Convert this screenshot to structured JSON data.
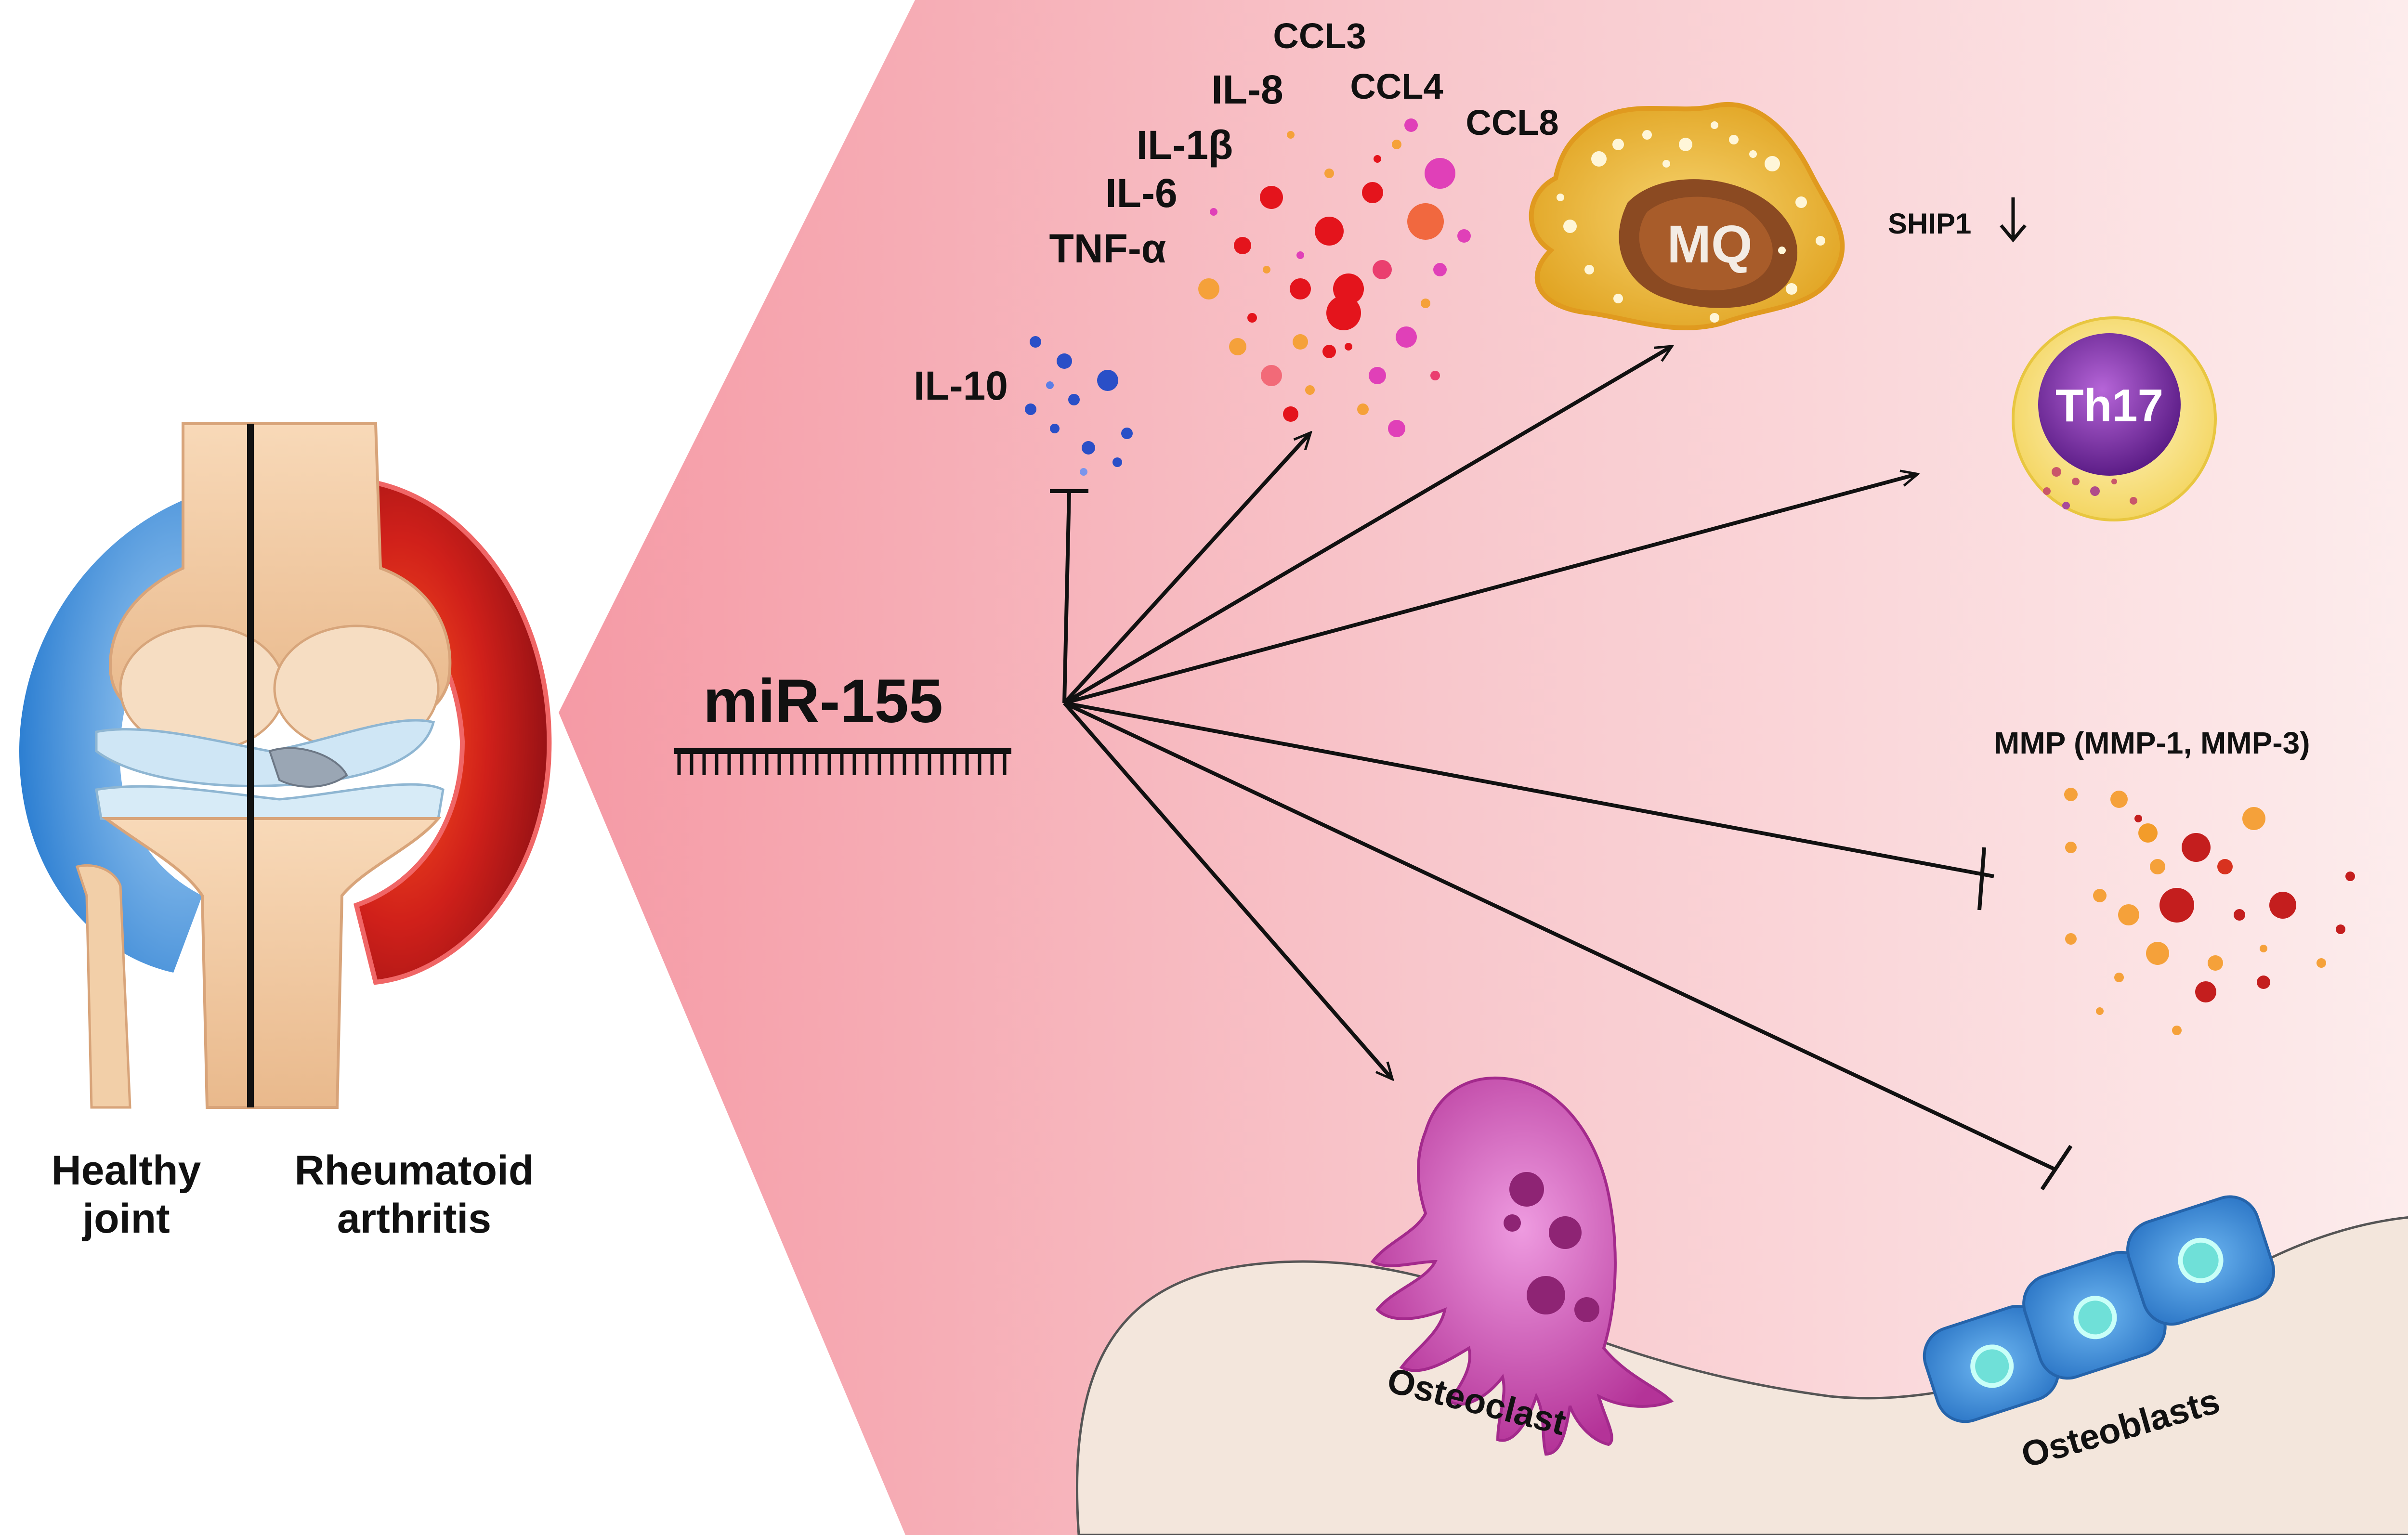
{
  "joint": {
    "healthy_label_line1": "Healthy",
    "healthy_label_line2": "joint",
    "ra_label_line1": "Rheumatoid",
    "ra_label_line2": "arthritis"
  },
  "mirna": {
    "label": "miR-155"
  },
  "cytokines": {
    "ccl3": "CCL3",
    "il8": "IL-8",
    "ccl4": "CCL4",
    "ccl8": "CCL8",
    "il1b": "IL-1β",
    "il6": "IL-6",
    "tnfa": "TNF-α",
    "il10": "IL-10"
  },
  "cells": {
    "macrophage": "MQ",
    "ship1": "SHIP1",
    "th17": "Th17",
    "mmp": "MMP (MMP-1, MMP-3)",
    "osteoclast": "Osteoclast",
    "osteoblasts": "Osteoblasts"
  },
  "colors": {
    "background_pink": "#f7b3bb",
    "healthy_blue": "#3a8fd9",
    "ra_red": "#c41e1e",
    "macrophage_yellow": "#f2c24a",
    "th17_purple": "#7a2aa8",
    "osteoclast_magenta": "#c23da8",
    "osteoblast_blue": "#3d8fdc",
    "bone_beige": "#f3e6dc"
  },
  "icons": {
    "activation": "arrow-icon",
    "inhibition": "inhibition-bar-icon",
    "decrease": "down-arrow-icon"
  }
}
